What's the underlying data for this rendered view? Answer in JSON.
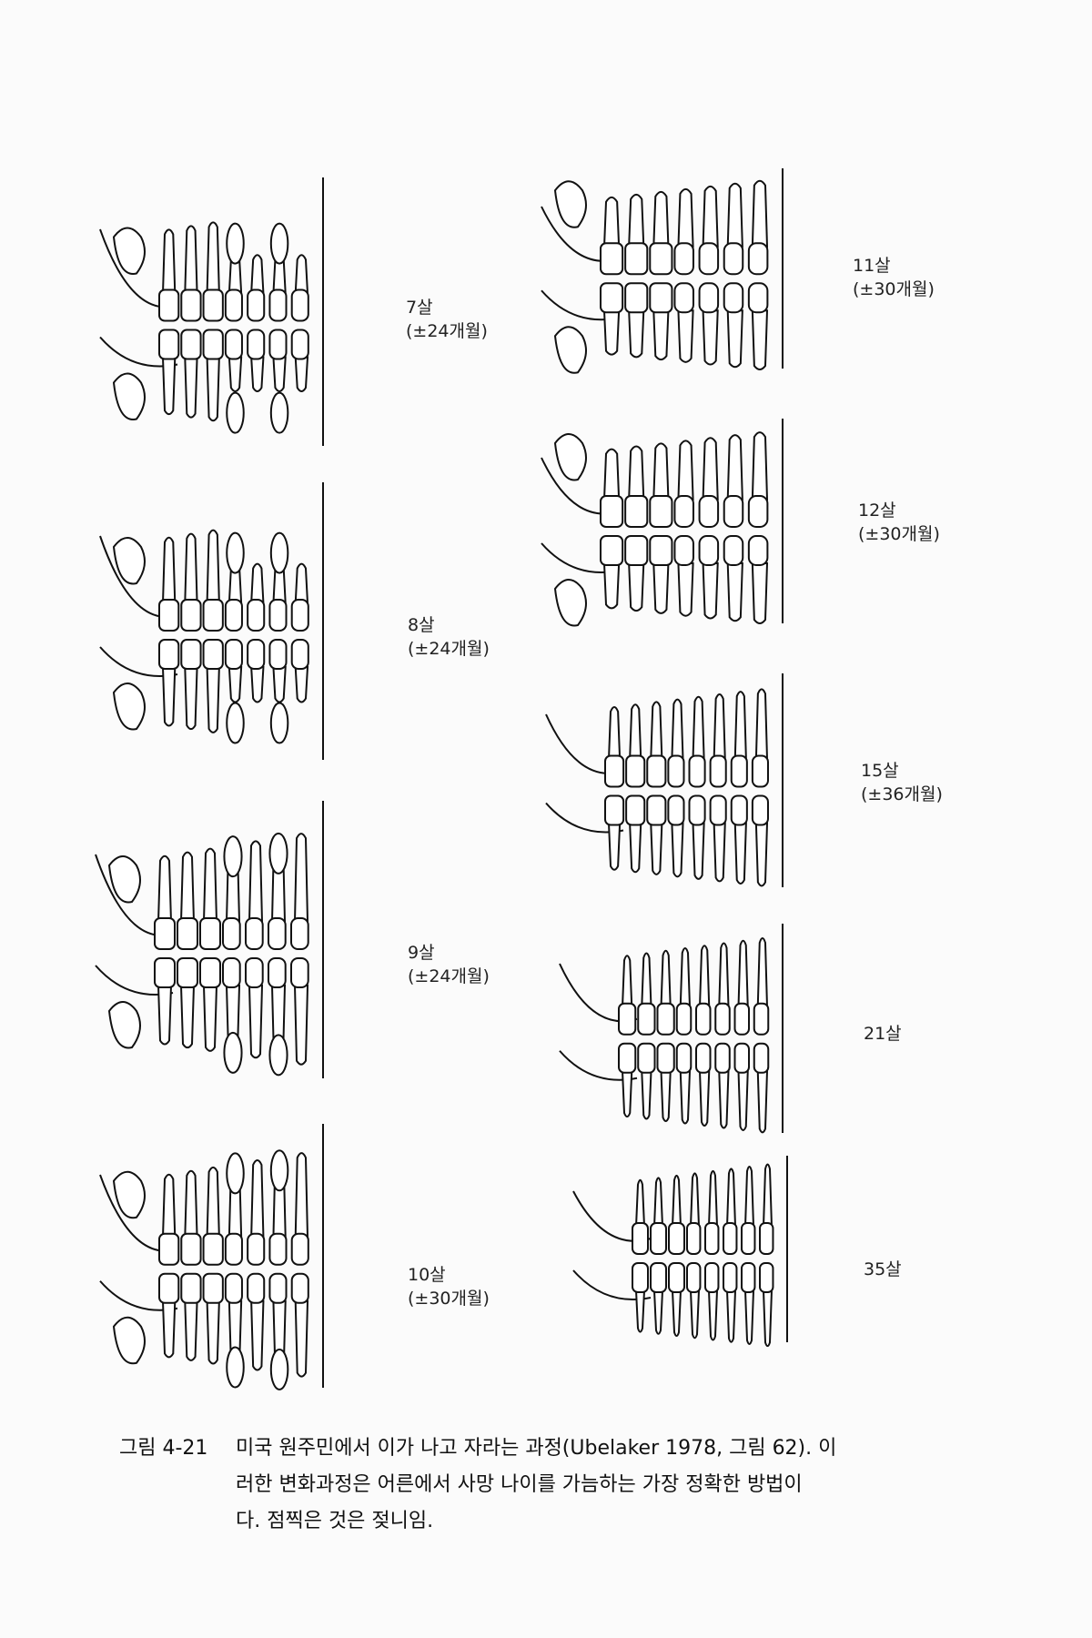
{
  "figure": {
    "panels": [
      {
        "id": "age-7",
        "age": "7살",
        "range": "(±24개월)",
        "stage": "mixed-early"
      },
      {
        "id": "age-8",
        "age": "8살",
        "range": "(±24개월)",
        "stage": "mixed-early"
      },
      {
        "id": "age-9",
        "age": "9살",
        "range": "(±24개월)",
        "stage": "mixed"
      },
      {
        "id": "age-10",
        "age": "10살",
        "range": "(±30개월)",
        "stage": "mixed"
      },
      {
        "id": "age-11",
        "age": "11살",
        "range": "(±30개월)",
        "stage": "late"
      },
      {
        "id": "age-12",
        "age": "12살",
        "range": "(±30개월)",
        "stage": "late"
      },
      {
        "id": "age-15",
        "age": "15살",
        "range": "(±36개월)",
        "stage": "adult"
      },
      {
        "id": "age-21",
        "age": "21살",
        "range": "",
        "stage": "adult"
      },
      {
        "id": "age-35",
        "age": "35살",
        "range": "",
        "stage": "adult"
      }
    ]
  },
  "caption": {
    "number": "그림 4-21",
    "line1": "미국 원주민에서 이가 나고 자라는 과정(Ubelaker 1978, 그림 62). 이",
    "line2": "러한 변화과정은 어른에서 사망 나이를 가늠하는 가장 정확한 방법이",
    "line3": "다. 점찍은 것은 젖니임."
  }
}
